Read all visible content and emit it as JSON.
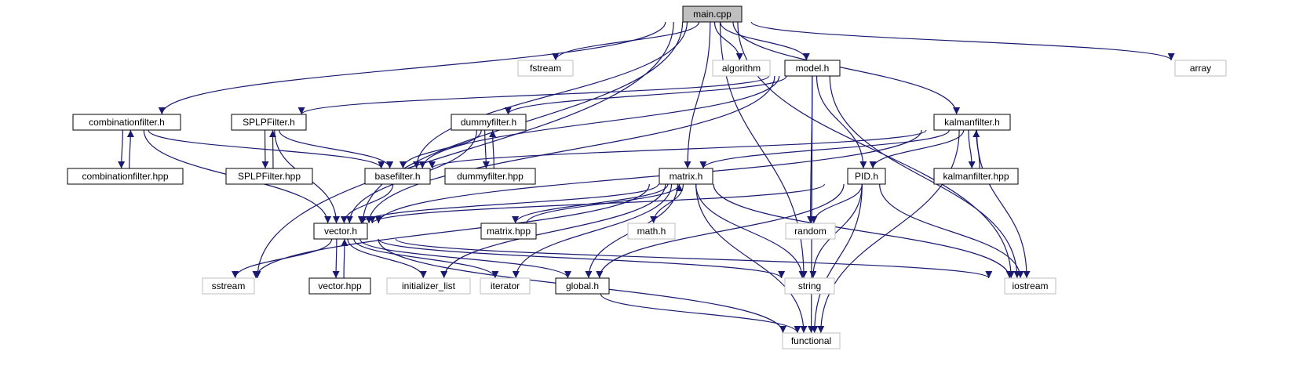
{
  "diagram": {
    "type": "include-dependency-graph",
    "colors": {
      "edge": "#191970",
      "root_fill": "#bfbfbf",
      "local_border": "#000000",
      "system_border": "#bfbfbf"
    },
    "nodes": [
      {
        "id": "main_cpp",
        "label": "main.cpp",
        "kind": "root"
      },
      {
        "id": "fstream",
        "label": "fstream",
        "kind": "system"
      },
      {
        "id": "algorithm",
        "label": "algorithm",
        "kind": "system"
      },
      {
        "id": "model_h",
        "label": "model.h",
        "kind": "local"
      },
      {
        "id": "array",
        "label": "array",
        "kind": "system"
      },
      {
        "id": "combinationfilter_h",
        "label": "combinationfilter.h",
        "kind": "local"
      },
      {
        "id": "splpfilter_h",
        "label": "SPLPFilter.h",
        "kind": "local"
      },
      {
        "id": "dummyfilter_h",
        "label": "dummyfilter.h",
        "kind": "local"
      },
      {
        "id": "kalmanfilter_h",
        "label": "kalmanfilter.h",
        "kind": "local"
      },
      {
        "id": "combinationfilter_hpp",
        "label": "combinationfilter.hpp",
        "kind": "local"
      },
      {
        "id": "splpfilter_hpp",
        "label": "SPLPFilter.hpp",
        "kind": "local"
      },
      {
        "id": "basefilter_h",
        "label": "basefilter.h",
        "kind": "local"
      },
      {
        "id": "dummyfilter_hpp",
        "label": "dummyfilter.hpp",
        "kind": "local"
      },
      {
        "id": "matrix_h",
        "label": "matrix.h",
        "kind": "local"
      },
      {
        "id": "pid_h",
        "label": "PID.h",
        "kind": "local"
      },
      {
        "id": "kalmanfilter_hpp",
        "label": "kalmanfilter.hpp",
        "kind": "local"
      },
      {
        "id": "vector_h",
        "label": "vector.h",
        "kind": "local"
      },
      {
        "id": "matrix_hpp",
        "label": "matrix.hpp",
        "kind": "local"
      },
      {
        "id": "math_h",
        "label": "math.h",
        "kind": "system"
      },
      {
        "id": "random",
        "label": "random",
        "kind": "system"
      },
      {
        "id": "sstream",
        "label": "sstream",
        "kind": "system"
      },
      {
        "id": "vector_hpp",
        "label": "vector.hpp",
        "kind": "local"
      },
      {
        "id": "initializer_list",
        "label": "initializer_list",
        "kind": "system"
      },
      {
        "id": "iterator",
        "label": "iterator",
        "kind": "system"
      },
      {
        "id": "global_h",
        "label": "global.h",
        "kind": "local"
      },
      {
        "id": "string",
        "label": "string",
        "kind": "system"
      },
      {
        "id": "iostream",
        "label": "iostream",
        "kind": "system"
      },
      {
        "id": "functional",
        "label": "functional",
        "kind": "system"
      }
    ],
    "edges": [
      [
        "main_cpp",
        "fstream"
      ],
      [
        "main_cpp",
        "algorithm"
      ],
      [
        "main_cpp",
        "model_h"
      ],
      [
        "main_cpp",
        "array"
      ],
      [
        "main_cpp",
        "combinationfilter_h"
      ],
      [
        "main_cpp",
        "kalmanfilter_h"
      ],
      [
        "main_cpp",
        "sstream"
      ],
      [
        "main_cpp",
        "basefilter_h"
      ],
      [
        "main_cpp",
        "vector_h"
      ],
      [
        "main_cpp",
        "matrix_h"
      ],
      [
        "main_cpp",
        "string"
      ],
      [
        "main_cpp",
        "iostream"
      ],
      [
        "model_h",
        "splpfilter_h"
      ],
      [
        "model_h",
        "dummyfilter_h"
      ],
      [
        "model_h",
        "basefilter_h"
      ],
      [
        "model_h",
        "vector_h"
      ],
      [
        "model_h",
        "random"
      ],
      [
        "model_h",
        "pid_h"
      ],
      [
        "model_h",
        "iostream"
      ],
      [
        "model_h",
        "functional"
      ],
      [
        "combinationfilter_h",
        "combinationfilter_hpp"
      ],
      [
        "combinationfilter_hpp",
        "combinationfilter_h"
      ],
      [
        "combinationfilter_h",
        "basefilter_h"
      ],
      [
        "combinationfilter_h",
        "vector_h"
      ],
      [
        "splpfilter_h",
        "splpfilter_hpp"
      ],
      [
        "splpfilter_hpp",
        "splpfilter_h"
      ],
      [
        "splpfilter_h",
        "basefilter_h"
      ],
      [
        "splpfilter_h",
        "vector_h"
      ],
      [
        "dummyfilter_h",
        "dummyfilter_hpp"
      ],
      [
        "dummyfilter_hpp",
        "dummyfilter_h"
      ],
      [
        "dummyfilter_h",
        "basefilter_h"
      ],
      [
        "dummyfilter_h",
        "vector_h"
      ],
      [
        "kalmanfilter_h",
        "kalmanfilter_hpp"
      ],
      [
        "kalmanfilter_hpp",
        "kalmanfilter_h"
      ],
      [
        "kalmanfilter_h",
        "basefilter_h"
      ],
      [
        "kalmanfilter_h",
        "matrix_h"
      ],
      [
        "kalmanfilter_h",
        "pid_h"
      ],
      [
        "kalmanfilter_h",
        "vector_h"
      ],
      [
        "kalmanfilter_h",
        "iostream"
      ],
      [
        "kalmanfilter_h",
        "functional"
      ],
      [
        "basefilter_h",
        "vector_h"
      ],
      [
        "matrix_h",
        "vector_h"
      ],
      [
        "matrix_h",
        "matrix_hpp"
      ],
      [
        "matrix_hpp",
        "matrix_h"
      ],
      [
        "matrix_h",
        "math_h"
      ],
      [
        "matrix_h",
        "sstream"
      ],
      [
        "matrix_h",
        "initializer_list"
      ],
      [
        "matrix_h",
        "iterator"
      ],
      [
        "matrix_h",
        "global_h"
      ],
      [
        "matrix_h",
        "string"
      ],
      [
        "matrix_h",
        "iostream"
      ],
      [
        "matrix_h",
        "functional"
      ],
      [
        "pid_h",
        "random"
      ],
      [
        "pid_h",
        "vector_h"
      ],
      [
        "pid_h",
        "global_h"
      ],
      [
        "pid_h",
        "string"
      ],
      [
        "pid_h",
        "iostream"
      ],
      [
        "pid_h",
        "functional"
      ],
      [
        "vector_h",
        "vector_hpp"
      ],
      [
        "vector_hpp",
        "vector_h"
      ],
      [
        "vector_h",
        "sstream"
      ],
      [
        "vector_h",
        "initializer_list"
      ],
      [
        "vector_h",
        "iterator"
      ],
      [
        "vector_h",
        "global_h"
      ],
      [
        "vector_h",
        "string"
      ],
      [
        "vector_h",
        "iostream"
      ],
      [
        "vector_h",
        "functional"
      ],
      [
        "global_h",
        "functional"
      ]
    ]
  }
}
